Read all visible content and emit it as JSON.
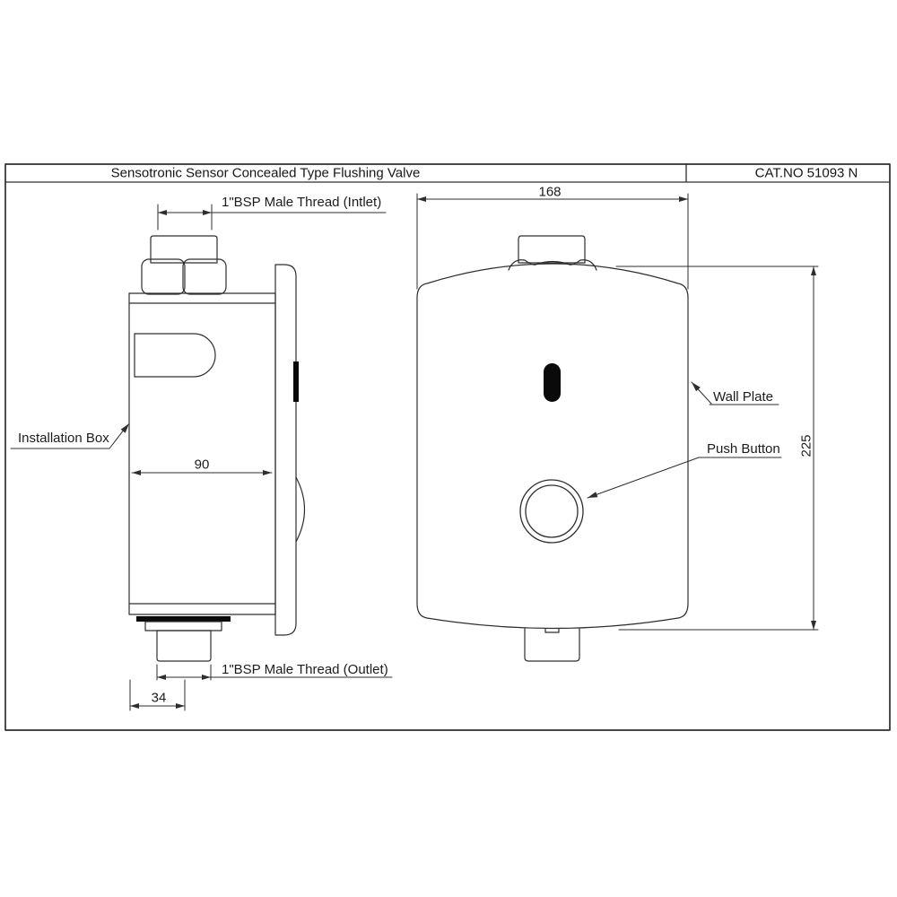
{
  "colors": {
    "line": "#2e2e2e",
    "background": "#ffffff",
    "ink": "#0a0a0a"
  },
  "title_block": {
    "product_title": "Sensotronic Sensor Concealed Type Flushing Valve",
    "catalog_no": "CAT.NO 51093 N"
  },
  "side_view": {
    "inlet_label": "1\"BSP Male Thread (Intlet)",
    "outlet_label": "1\"BSP Male Thread (Outlet)",
    "installation_box_label": "Installation Box",
    "depth_dim": "90",
    "outlet_offset_dim": "34"
  },
  "front_view": {
    "wall_plate_label": "Wall Plate",
    "push_button_label": "Push Button",
    "width_dim": "168",
    "height_dim": "225"
  }
}
